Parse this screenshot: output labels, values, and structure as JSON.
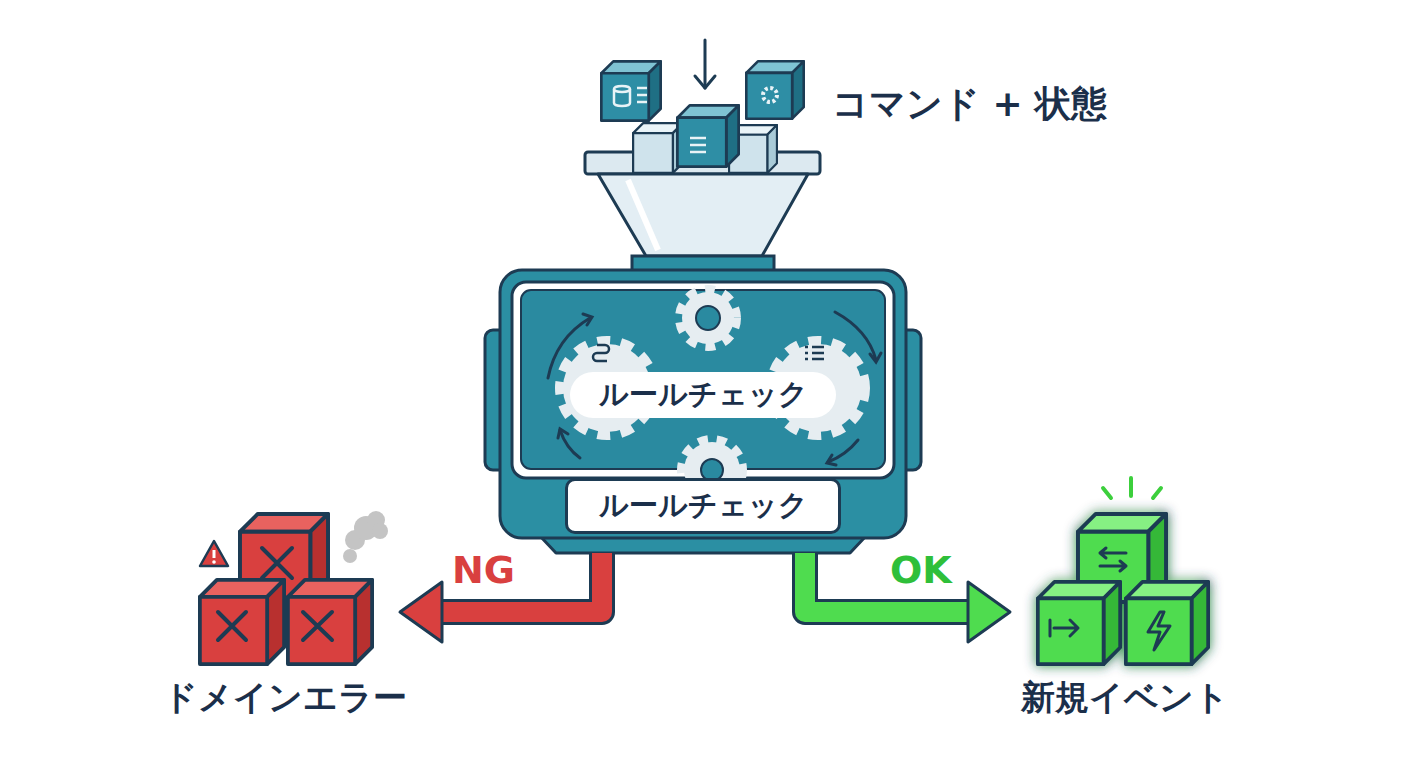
{
  "diagram": {
    "nodes": [
      {
        "text": [
          "コマンド + 状態"
        ]
      },
      {
        "text": [
          "ルールチェック",
          "ルールチェック"
        ]
      },
      {
        "text": [
          "ドメインエラー"
        ]
      },
      {
        "text": [
          "新規イベント"
        ]
      }
    ],
    "edges": [
      {
        "from": 0,
        "to": 1,
        "arrow": "to"
      },
      {
        "from": 1,
        "to": 2,
        "label": "NG",
        "arrow": "to"
      },
      {
        "from": 1,
        "to": 3,
        "label": "OK",
        "arrow": "to"
      }
    ]
  }
}
